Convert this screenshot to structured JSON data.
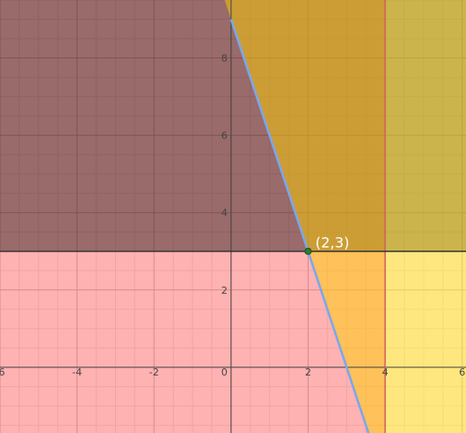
{
  "chart_data": {
    "type": "region-plot",
    "xlim": [
      -6.0,
      6.1
    ],
    "ylim": [
      -1.7,
      9.5
    ],
    "grid": true,
    "x_ticks": [
      -6,
      -4,
      -2,
      0,
      2,
      4,
      6
    ],
    "y_ticks": [
      2,
      4,
      6,
      8
    ],
    "x_tick_labels": [
      "-6",
      "-4",
      "-2",
      "0",
      "2",
      "4",
      "6"
    ],
    "y_tick_labels": [
      "2",
      "4",
      "6",
      "8"
    ],
    "regions": [
      {
        "inequality": "x < 4",
        "color": "#ff0000",
        "opacity": 0.3
      },
      {
        "inequality": "y > 3",
        "color": "#000000",
        "opacity": 0.4
      },
      {
        "inequality": "y > -3x + 9",
        "color": "#ffd000",
        "opacity": 0.5
      }
    ],
    "boundaries": [
      {
        "equation": "x = 4",
        "color": "#d06060"
      },
      {
        "equation": "y = 3",
        "color": "#333333"
      },
      {
        "equation": "y = -3x + 9",
        "color": "#78a8f0",
        "points": [
          [
            0,
            9
          ],
          [
            3.75,
            -2.25
          ]
        ]
      }
    ],
    "points": [
      {
        "x": 2,
        "y": 3,
        "label": "(2,3)",
        "color": "#2e7d32"
      }
    ]
  }
}
